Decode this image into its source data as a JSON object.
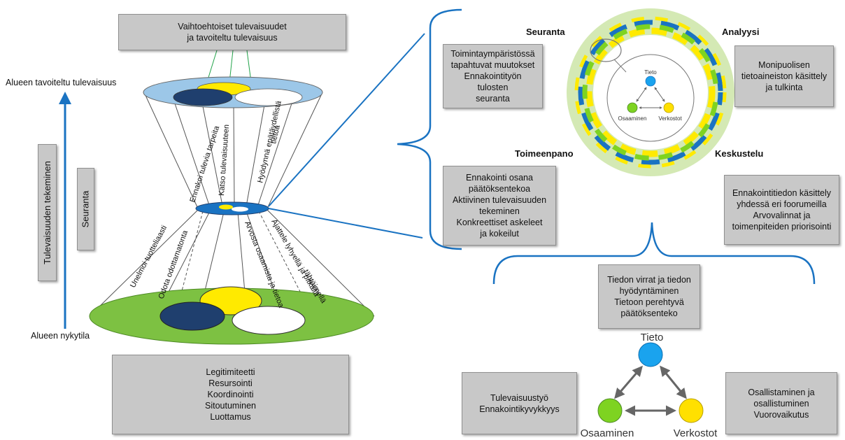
{
  "left": {
    "top_box": [
      "Vaihtoehtoiset tulevaisuudet",
      "ja tavoiteltu tulevaisuus"
    ],
    "target_label": "Alueen tavoiteltu tulevaisuus",
    "current_label": "Alueen nykytila",
    "vertical_box_1": "Tulevaisuuden tekeminen",
    "vertical_box_2": "Seuranta",
    "upper_cone_labels": [
      "Ennakoi tulevia tarpeita",
      "Katso tulevaisuuteen",
      "Hyödynnä epätäydellistä",
      "tietoa"
    ],
    "lower_cone_labels": [
      "Unelmoi tuotteliaasti",
      "Odota odottamatonta",
      "Arvosta osaamista ja tietoa",
      "Ajattele lyhyellä ja pitkällä",
      "tähtäimellä"
    ],
    "bottom_box": [
      "Legitimiteetti",
      "Resursointi",
      "Koordinointi",
      "Sitoutuminen",
      "Luottamus"
    ]
  },
  "cycle": {
    "seuranta_label": "Seuranta",
    "analyysi_label": "Analyysi",
    "toimeenpano_label": "Toimeenpano",
    "keskustelu_label": "Keskustelu",
    "center_nodes": [
      "Tieto",
      "Osaaminen",
      "Verkostot"
    ],
    "box_seuranta": [
      "Toimintaympäristössä",
      "tapahtuvat muutokset",
      "Ennakointityön tulosten",
      "seuranta"
    ],
    "box_analyysi": [
      "Monipuolisen",
      "tietoaineiston käsittely",
      "ja tulkinta"
    ],
    "box_toimeenpano": [
      "Ennakointi osana",
      "päätöksentekoa",
      "Aktiivinen tulevaisuuden",
      "tekeminen",
      "Konkreettiset askeleet",
      "ja kokeilut"
    ],
    "box_keskustelu": [
      "Ennakointitiedon käsittely",
      "yhdessä eri foorumeilla",
      "Arvovalinnat ja",
      "toimenpiteiden priorisointi"
    ]
  },
  "triangle": {
    "top_box": [
      "Tiedon virrat ja tiedon",
      "hyödyntäminen",
      "Tietoon perehtyvä",
      "päätöksenteko"
    ],
    "left_box": [
      "Tulevaisuustyö",
      "Ennakointikyvykkyys"
    ],
    "right_box": [
      "Osallistaminen ja",
      "osallistuminen",
      "Vuorovaikutus"
    ],
    "nodes": [
      "Tieto",
      "Osaaminen",
      "Verkostot"
    ]
  },
  "colors": {
    "blue": "#1a73c2",
    "green": "#7dc142",
    "yellow": "#ffea00",
    "navy": "#1f3f6e",
    "light_blue": "#9cc7e8",
    "node_blue": "#1aa3ee",
    "node_green": "#7ed321",
    "node_yellow": "#ffe000",
    "box_gray": "#c8c8c8"
  }
}
